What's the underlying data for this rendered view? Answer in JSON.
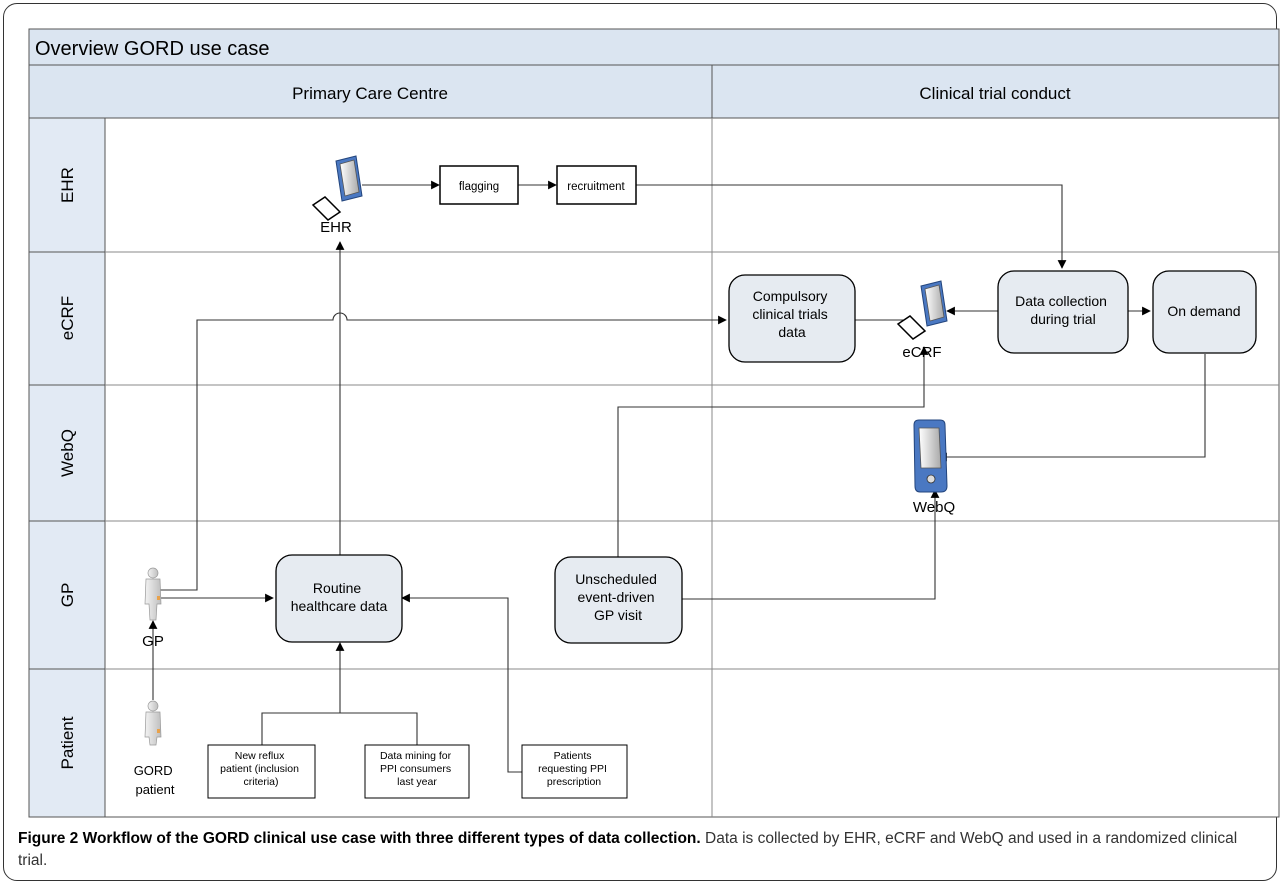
{
  "title": "Overview GORD use case",
  "columns": {
    "left": "Primary Care Centre",
    "right": "Clinical trial conduct"
  },
  "lanes": {
    "ehr": "EHR",
    "ecrf": "eCRF",
    "webq": "WebQ",
    "gp": "GP",
    "patient": "Patient"
  },
  "nodes": {
    "flagging": "flagging",
    "recruitment": "recruitment",
    "ehr_icon_label": "EHR",
    "compulsory": [
      "Compulsory",
      "clinical trials",
      "data"
    ],
    "ecrf_icon_label": "eCRF",
    "data_collection": [
      "Data collection",
      "during trial"
    ],
    "on_demand": "On demand",
    "webq_icon_label": "WebQ",
    "routine": [
      "Routine",
      "healthcare data"
    ],
    "unscheduled": [
      "Unscheduled",
      "event-driven",
      "GP visit"
    ],
    "gp_icon_label": "GP",
    "gord_patient": [
      "GORD",
      "patient"
    ],
    "new_reflux": [
      "New reflux",
      "patient (inclusion",
      "criteria)"
    ],
    "data_mining": [
      "Data mining for",
      "PPI consumers",
      "last year"
    ],
    "patients_requesting": [
      "Patients",
      "requesting PPI",
      "prescription"
    ]
  },
  "caption": {
    "bold": "Figure 2 Workflow of the GORD clinical use case with three different types of data collection.",
    "text": " Data is collected by  EHR, eCRF and WebQ and used in a randomized clinical trial."
  },
  "colors": {
    "header_fill": "#dbe5f1",
    "lane_fill": "#e2eaf4",
    "node_fill": "#e6ebf1",
    "line": "#333333",
    "icon_blue": "#4a78c2"
  }
}
